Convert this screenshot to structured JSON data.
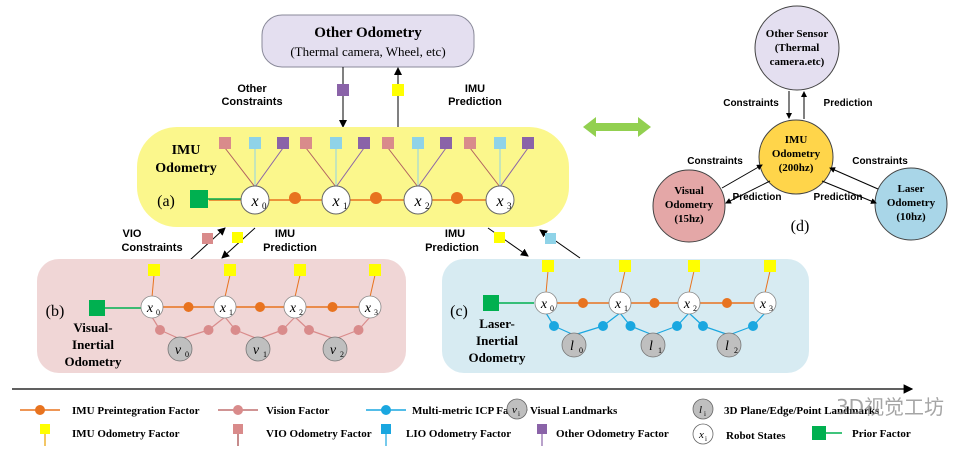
{
  "panel_a": {
    "label": "(a)",
    "title_line1": "IMU",
    "title_line2": "Odometry",
    "states": [
      "x0",
      "x1",
      "x2",
      "x3"
    ]
  },
  "other_odometry": {
    "title": "Other Odometry",
    "subtitle": "(Thermal camera, Wheel, etc)",
    "constraints_line1": "Other",
    "constraints_line2": "Constraints",
    "prediction_line1": "IMU",
    "prediction_line2": "Prediction"
  },
  "panel_b": {
    "label": "(b)",
    "title_line1": "Visual-",
    "title_line2": "Inertial",
    "title_line3": "Odometry",
    "constraints_line1": "VIO",
    "constraints_line2": "Constraints",
    "prediction_line1": "IMU",
    "prediction_line2": "Prediction",
    "landmarks": [
      "v0",
      "v1",
      "v2"
    ]
  },
  "panel_c": {
    "label": "(c)",
    "title_line1": "Laser-",
    "title_line2": "Inertial",
    "title_line3": "Odometry",
    "prediction_line1": "IMU",
    "prediction_line2": "Prediction",
    "landmarks": [
      "l0",
      "l1",
      "l2"
    ]
  },
  "panel_d": {
    "label": "(d)",
    "imu": [
      "IMU",
      "Odometry",
      "(200hz)"
    ],
    "other_sensor": [
      "Other Sensor",
      "(Thermal",
      "camera.etc)"
    ],
    "visual": [
      "Visual",
      "Odometry",
      "(15hz)"
    ],
    "laser": [
      "Laser",
      "Odometry",
      "(10hz)"
    ],
    "constraints": "Constraints",
    "prediction": "Prediction"
  },
  "legend": {
    "imu_preint": "IMU Preintegration Factor",
    "vision": "Vision Factor",
    "icp": "Multi-metric ICP  Factor",
    "visual_landmarks": "Visual Landmarks",
    "planes": "3D Plane/Edge/Point Landmarks",
    "imu_odom": "IMU Odometry Factor",
    "vio_odom": "VIO Odometry Factor",
    "lio_odom": "LIO Odometry Factor",
    "other_odom": "Other Odometry Factor",
    "robot_states": "Robot States",
    "prior": "Prior Factor"
  },
  "watermark": "3D视觉工坊",
  "colors": {
    "orange": "#e8731f",
    "pink_factor": "#d98b8b",
    "cyan": "#1aa7e0",
    "yellow": "#ffff00",
    "purple": "#8a63a8",
    "green": "#00b050",
    "light_blue_sq": "#8fd3e8",
    "yellow_bg": "#fbf78c",
    "pink_bg": "#f0d6d6",
    "blue_bg": "#d7ebf2",
    "lavender_bg": "#e4dff0"
  }
}
